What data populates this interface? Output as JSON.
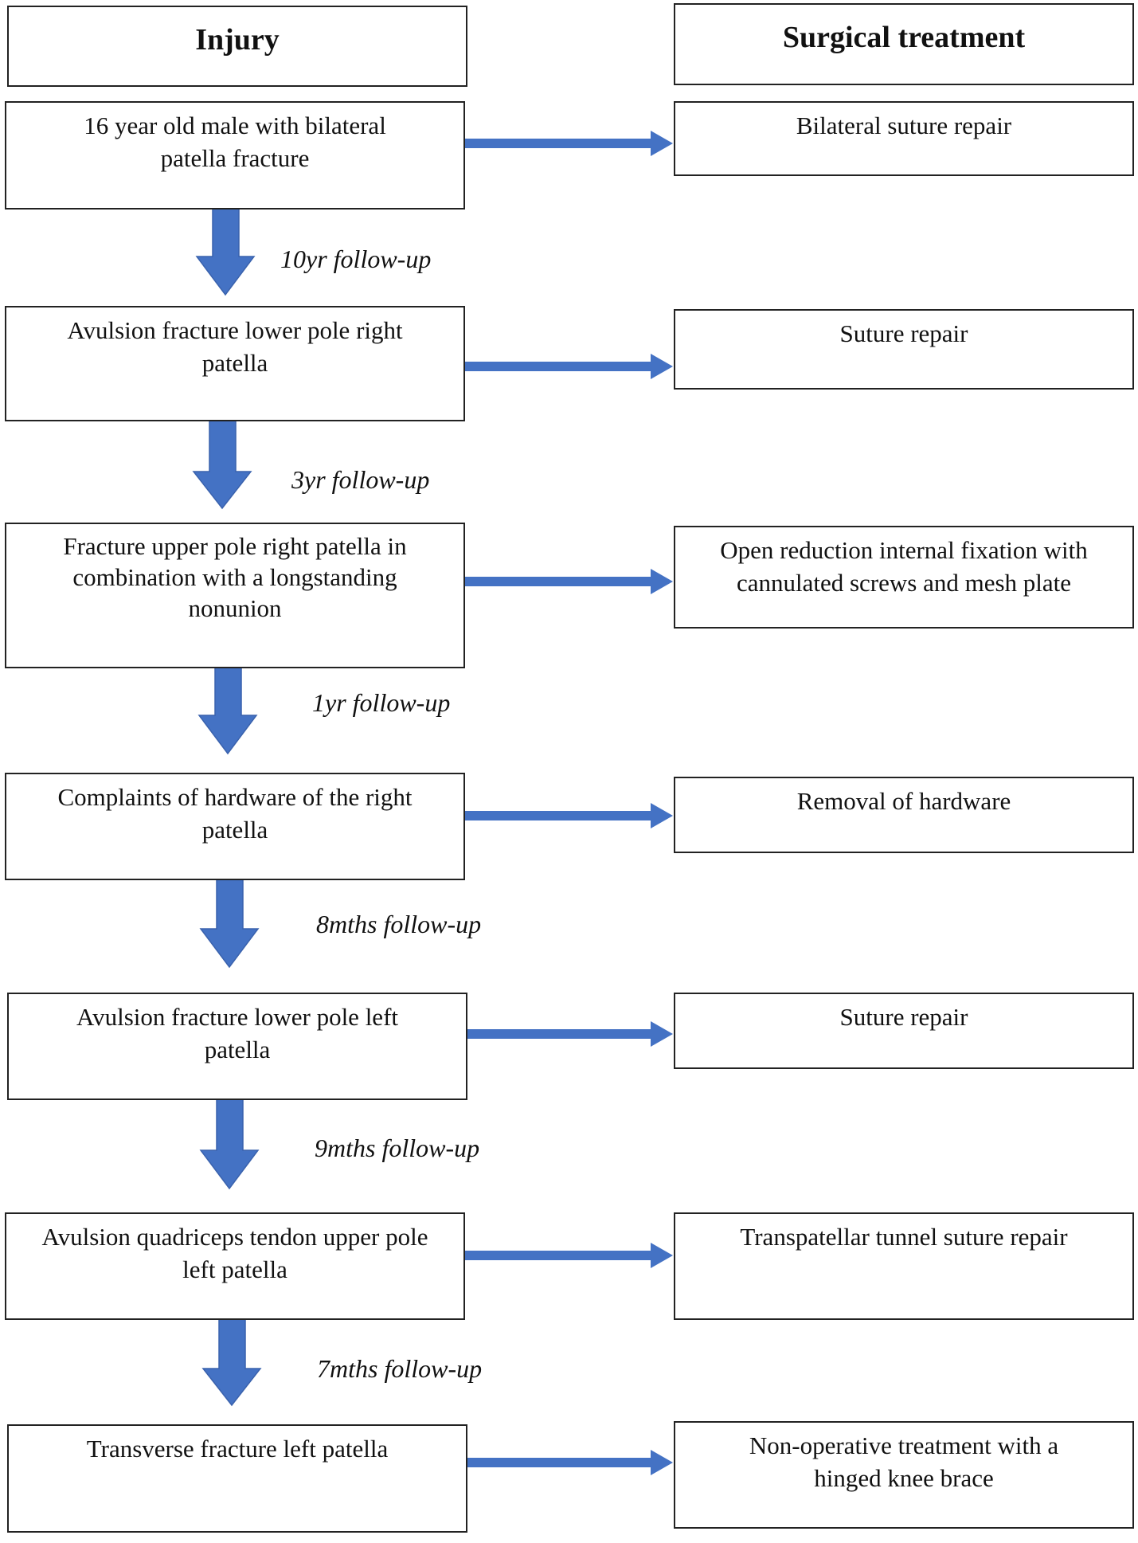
{
  "headers": {
    "injury": "Injury",
    "surgical_treatment": "Surgical treatment"
  },
  "steps": [
    {
      "injury": "16 year old male with bilateral patella fracture",
      "treatment": "Bilateral suture repair",
      "follow_up": "10yr follow-up"
    },
    {
      "injury": "Avulsion fracture lower pole right patella",
      "treatment": "Suture repair",
      "follow_up": "3yr follow-up"
    },
    {
      "injury": "Fracture upper pole right patella in combination with a longstanding nonunion",
      "treatment": "Open reduction internal fixation with cannulated screws and mesh plate",
      "follow_up": "1yr follow-up"
    },
    {
      "injury": "Complaints of hardware of the right patella",
      "treatment": "Removal of hardware",
      "follow_up": "8mths follow-up"
    },
    {
      "injury": "Avulsion fracture lower pole left patella",
      "treatment": "Suture repair",
      "follow_up": "9mths follow-up"
    },
    {
      "injury": "Avulsion quadriceps tendon upper pole left patella",
      "treatment": "Transpatellar tunnel suture repair",
      "follow_up": "7mths follow-up"
    },
    {
      "injury": "Transverse fracture left patella",
      "treatment": "Non-operative treatment with a hinged knee brace",
      "follow_up": ""
    }
  ],
  "colors": {
    "arrow": "#4472c4",
    "border": "#222222"
  }
}
